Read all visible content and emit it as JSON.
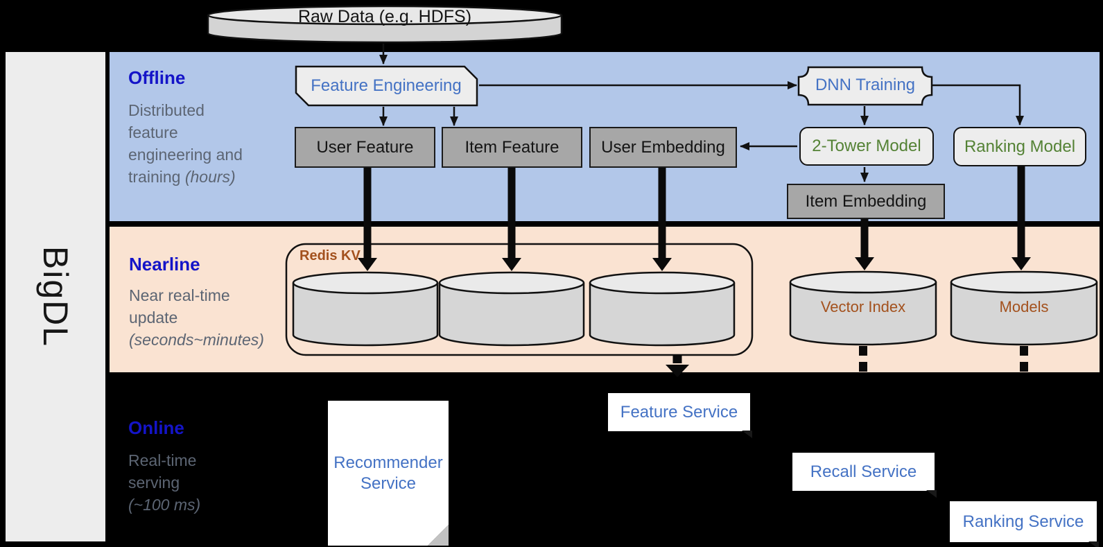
{
  "product_label": "BigDL",
  "sections": {
    "offline": {
      "title": "Offline",
      "line1": "Distributed",
      "line2": "feature",
      "line3": "engineering and",
      "line4": "training",
      "line4_italic": "(hours)"
    },
    "nearline": {
      "title": "Nearline",
      "line1": "Near real-time",
      "line2": "update",
      "line3_italic": "(seconds~minutes)"
    },
    "online": {
      "title": "Online",
      "line1": "Real-time",
      "line2": "serving",
      "line3_italic": "(~100 ms)"
    }
  },
  "nodes": {
    "raw_data": "Raw Data (e.g. HDFS)",
    "feature_engineering": "Feature Engineering",
    "dnn_training": "DNN Training",
    "user_feature": "User Feature",
    "item_feature": "Item Feature",
    "user_embedding": "User Embedding",
    "two_tower_model": "2-Tower Model",
    "ranking_model": "Ranking Model",
    "item_embedding": "Item Embedding",
    "redis_kv": "Redis KV",
    "vector_index": "Vector Index",
    "models": "Models",
    "recommender_service": "Recommender Service",
    "feature_service": "Feature Service",
    "recall_service": "Recall Service",
    "ranking_service": "Ranking Service"
  },
  "colors": {
    "offline_band": "#b2c7e9",
    "nearline_band": "#fae3d2",
    "section_title_blue": "#1414c8",
    "node_text_blue": "#4472c4",
    "node_text_green": "#548235",
    "node_text_brown": "#a3511d",
    "desc_gray": "#5c6573",
    "dark_box_fill": "#a7a7a7",
    "light_box_fill": "#ededed",
    "background": "#000000"
  }
}
